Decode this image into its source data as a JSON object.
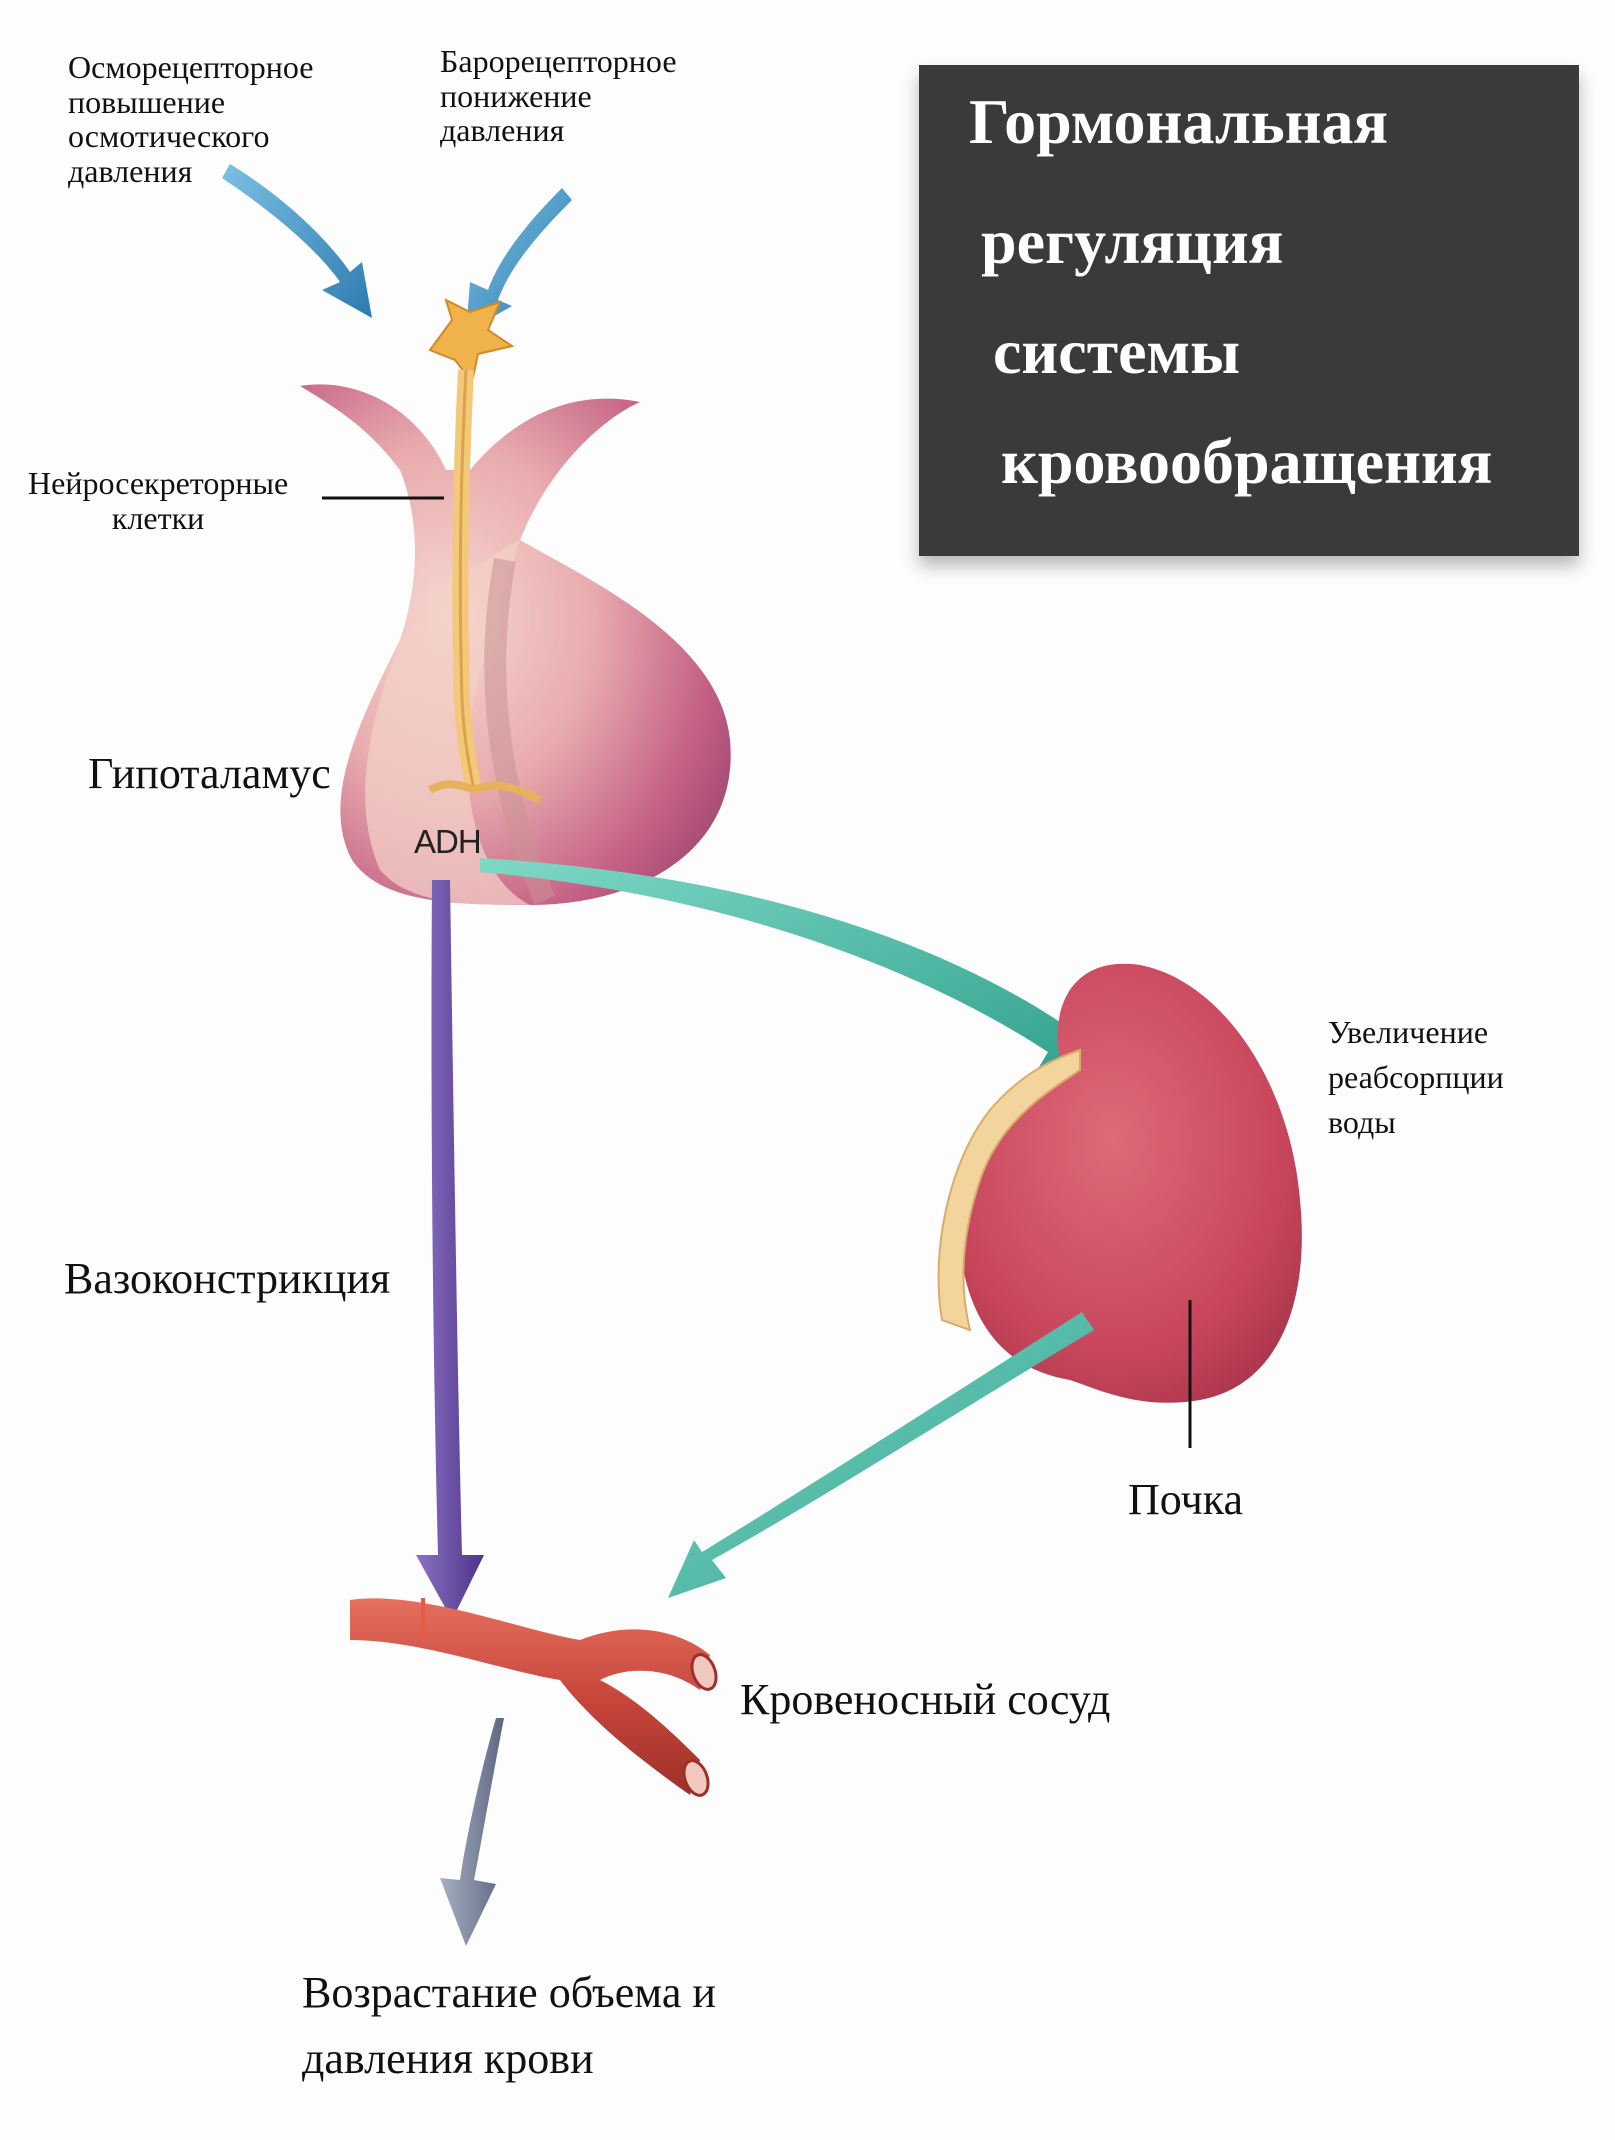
{
  "title": {
    "lines": [
      "Гормональная",
      "регуляция",
      "системы",
      "кровообращения"
    ]
  },
  "labels": {
    "osmo": "Осморецепторное\nповышение\nосмотического\nдавления",
    "baro": "Барорецепторное\nпонижение\nдавления",
    "neuro": "Нейросекреторные\nклетки",
    "hypothalamus": "Гипоталамус",
    "adh": "ADH",
    "vasoconstriction": "Вазоконстрикция",
    "reabsorption": "Увеличение\nреабсорпции\nводы",
    "kidney": "Почка",
    "vessel": "Кровеносный сосуд",
    "result": "Возрастание объема и\nдавления крови"
  },
  "colors": {
    "title_bg": "#3a3a3a",
    "title_text": "#ffffff",
    "hypothalamus": "#c25a80",
    "hypothalamus_light": "#f0c8c4",
    "neuron": "#f0b24a",
    "kidney": "#c8465c",
    "ureter": "#f3d49c",
    "vessel": "#c8463c",
    "arrow_blue": "#3a8fc0",
    "arrow_teal": "#45b8a0",
    "arrow_purple": "#6a4aa0",
    "arrow_gray": "#6f7a92"
  }
}
